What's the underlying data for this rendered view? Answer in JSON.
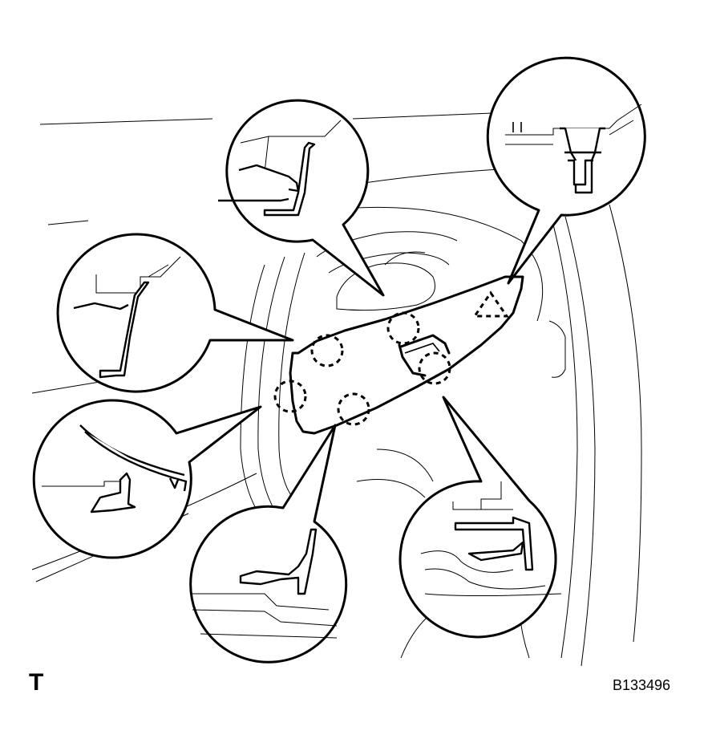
{
  "figure": {
    "view_mark": "T",
    "figure_id": "B133496"
  },
  "callouts": [
    {
      "name": "top-center-clip-detail",
      "target": "upper-edge-clip"
    },
    {
      "name": "top-right-pin-detail",
      "target": "upper-rear-pin-clip"
    },
    {
      "name": "left-upper-clip-detail",
      "target": "front-upper-clip"
    },
    {
      "name": "left-lower-clip-detail",
      "target": "front-lower-clip"
    },
    {
      "name": "bottom-center-clip-detail",
      "target": "lower-edge-clip"
    },
    {
      "name": "bottom-right-clip-detail",
      "target": "lower-rear-clip"
    }
  ]
}
